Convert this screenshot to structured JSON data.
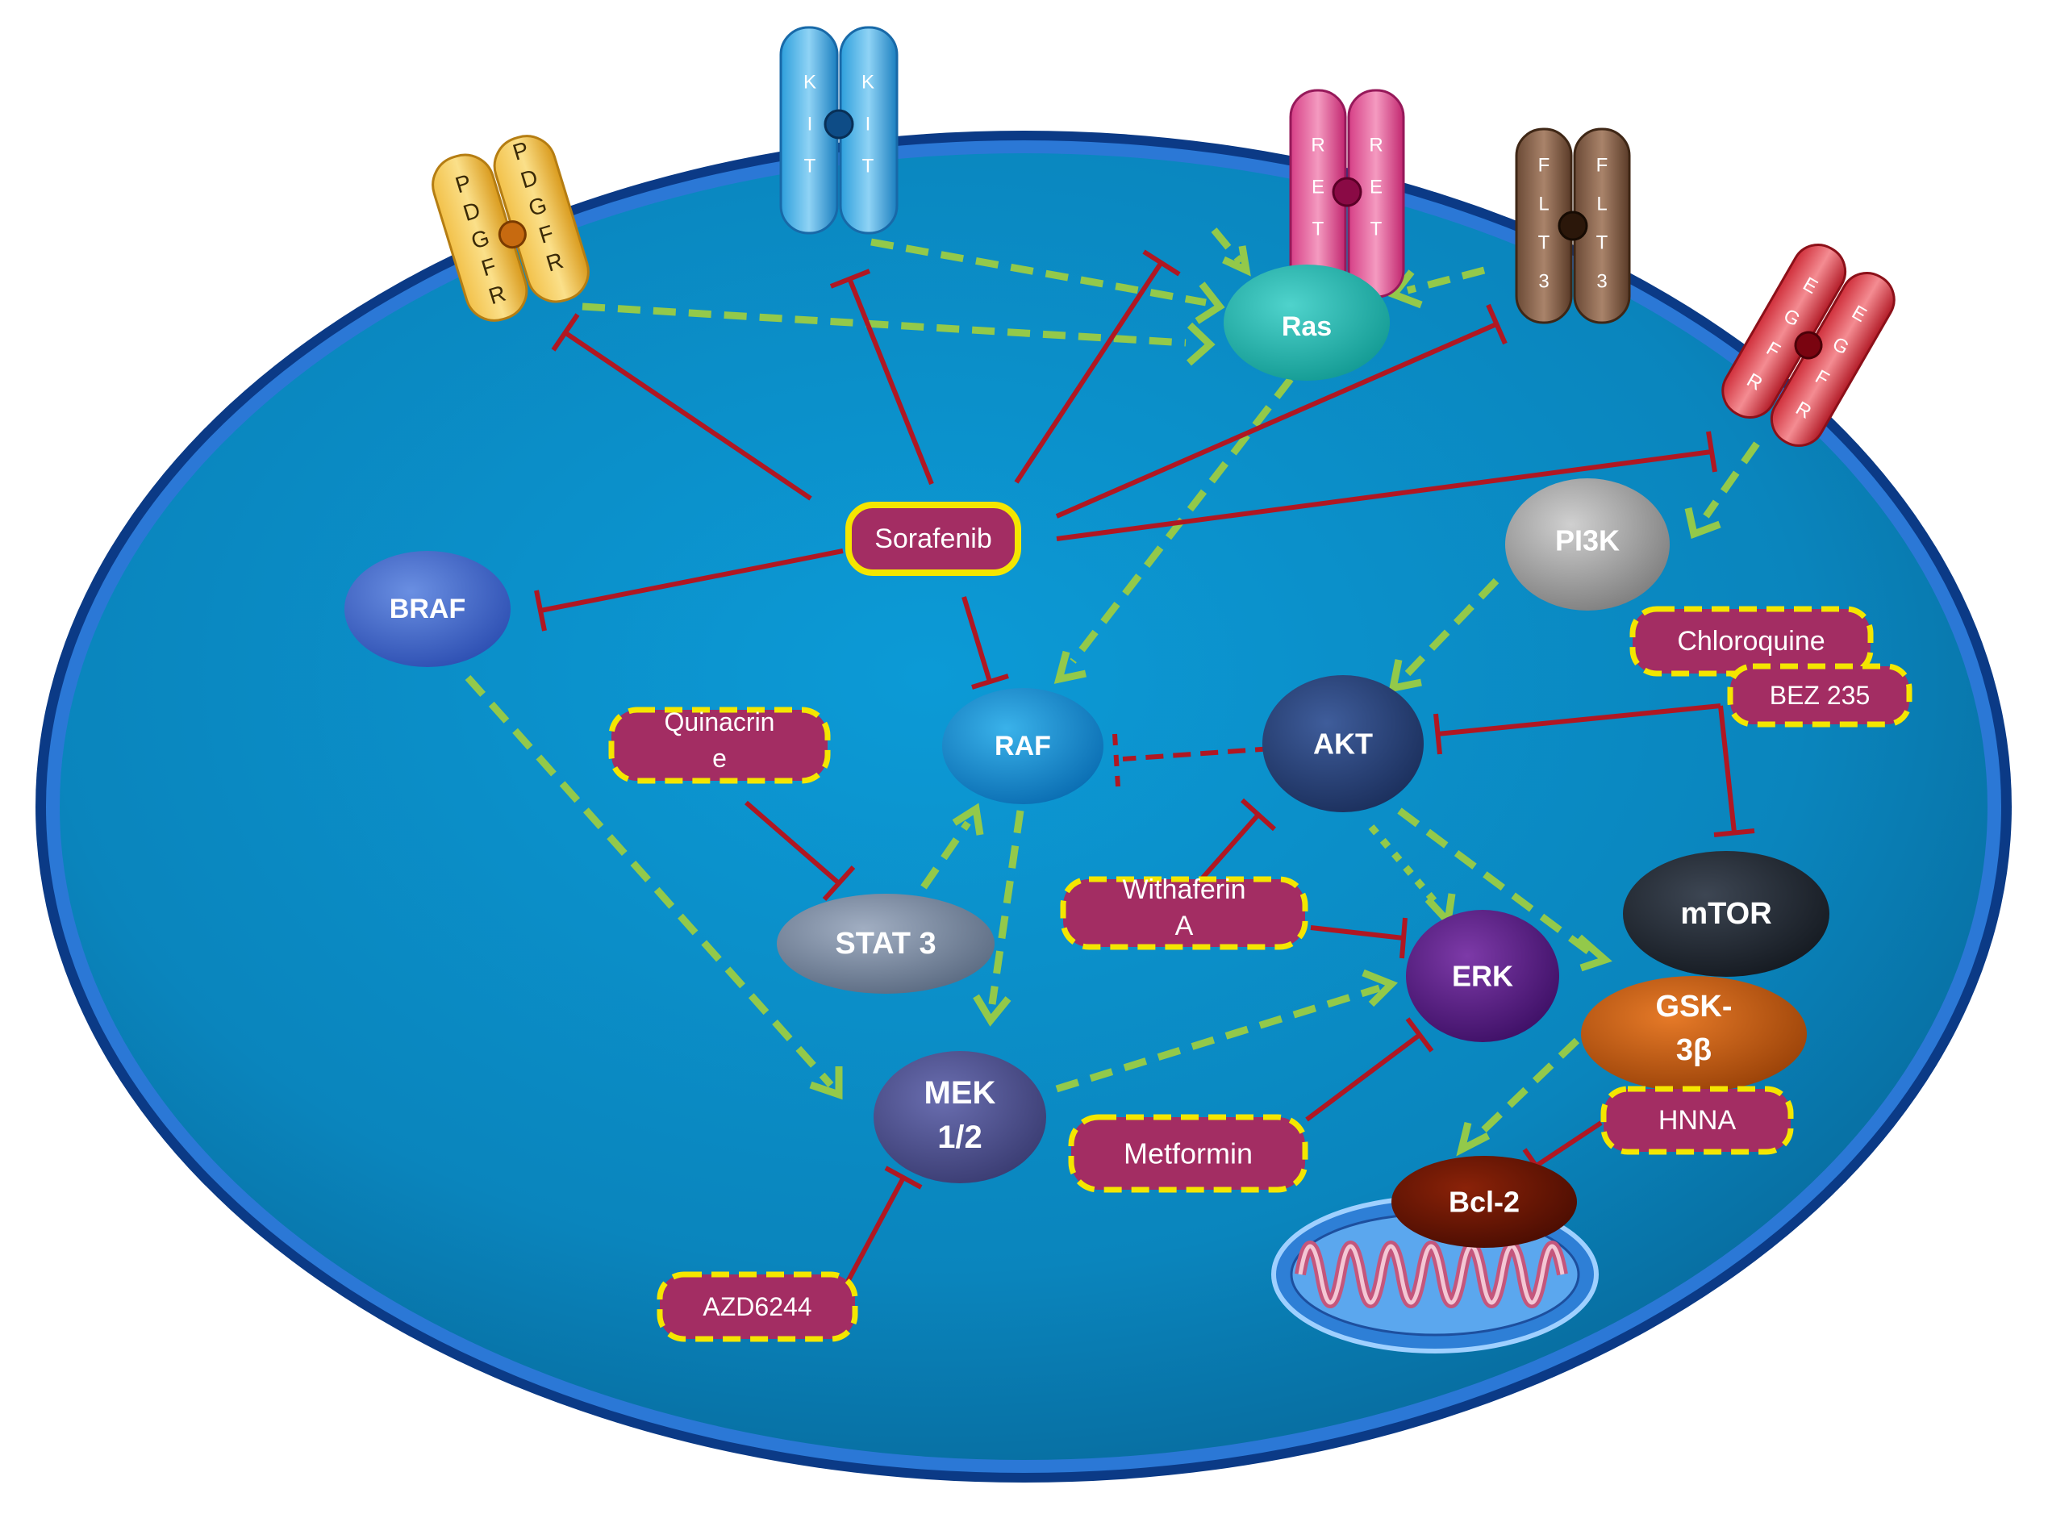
{
  "nodes": {
    "ras": "Ras",
    "pi3k": "PI3K",
    "braf": "BRAF",
    "raf": "RAF",
    "akt": "AKT",
    "stat3": "STAT 3",
    "erk": "ERK",
    "mtor": "mTOR",
    "gsk3b_line1": "GSK-",
    "gsk3b_line2": "3β",
    "mek_line1": "MEK",
    "mek_line2": "1/2",
    "bcl2": "Bcl-2"
  },
  "drugs": {
    "sorafenib": "Sorafenib",
    "chloroquine": "Chloroquine",
    "bez235": "BEZ 235",
    "quinacrine_line1": "Quinacrin",
    "quinacrine_line2": "e",
    "withaferin_line1": "Withaferin",
    "withaferin_line2": "A",
    "metformin": "Metformin",
    "hnna": "HNNA",
    "azd6244": "AZD6244"
  },
  "receptors": {
    "pdgfr_left": [
      "P",
      "D",
      "G",
      "F",
      "R"
    ],
    "pdgfr_right": [
      "P",
      "D",
      "G",
      "F",
      "R"
    ],
    "kit": [
      "K",
      "I",
      "T"
    ],
    "ret": [
      "R",
      "E",
      "T"
    ],
    "flt3": [
      "F",
      "L",
      "T",
      "3"
    ],
    "egfr": [
      "E",
      "G",
      "F",
      "R"
    ]
  },
  "colors": {
    "cell_fill": "#0a8bc4",
    "membrane": "#0c3f8f",
    "inhibit": "#b01722",
    "activate": "#93c94a",
    "drug_fill": "#a32d63",
    "drug_border": "#f4e600"
  }
}
